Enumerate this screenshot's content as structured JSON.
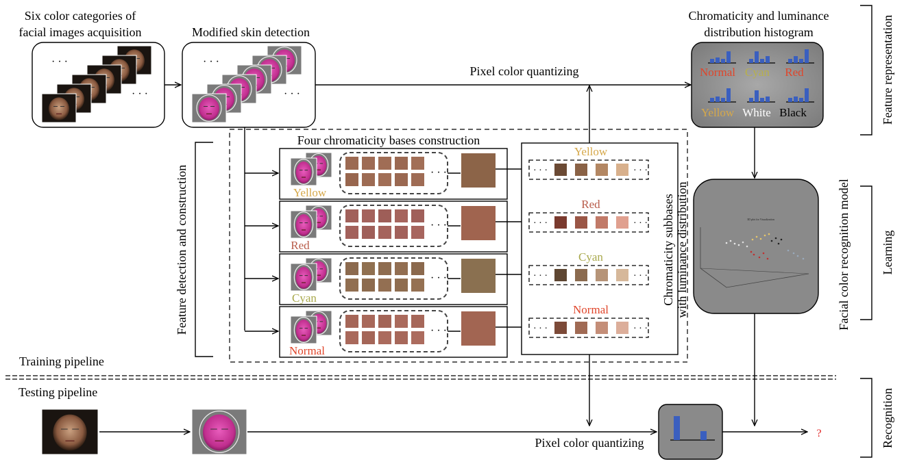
{
  "top_left_caption": [
    "Six color categories of",
    "facial images acquisition"
  ],
  "skin_detection_caption": "Modified skin detection",
  "histogram_caption": [
    "Chromaticity and luminance",
    "distribution histogram"
  ],
  "pixel_quantizing_top": "Pixel color quantizing",
  "pixel_quantizing_bottom": "Pixel color quantizing",
  "four_bases_caption": "Four chromaticity bases construction",
  "feature_detection_label": "Feature detection and construction",
  "subbases_label": [
    "Chromaticity subbases",
    "with luminance distribution"
  ],
  "training_pipeline": "Training pipeline",
  "testing_pipeline": "Testing pipeline",
  "ellipsis": "· · ·",
  "question_mark": "?",
  "rows": [
    {
      "label": "Yellow",
      "label_color": "#d6a84a",
      "big_swatch": "#8c6448",
      "swatches": [
        "#9c6a52",
        "#9e6b54",
        "#a06d55",
        "#9b6952",
        "#a26f57",
        "#98664e",
        "#9d6b53",
        "#a16e56",
        "#9a6851",
        "#9f6c55"
      ],
      "subbases": [
        "#6b4a34",
        "#8a6246",
        "#b38763",
        "#d8b08c"
      ]
    },
    {
      "label": "Red",
      "label_color": "#b85c4a",
      "big_swatch": "#a0644f",
      "swatches": [
        "#a1605a",
        "#a4625c",
        "#9e5e58",
        "#a6645d",
        "#a0605a",
        "#a3615b",
        "#9f5f59",
        "#a5635c",
        "#a2615b",
        "#a7655e"
      ],
      "subbases": [
        "#7a3a2e",
        "#9a5646",
        "#c17a68",
        "#e0a08f"
      ]
    },
    {
      "label": "Cyan",
      "label_color": "#a9a94d",
      "big_swatch": "#8a7050",
      "swatches": [
        "#8c6a4e",
        "#907050",
        "#8e6c4f",
        "#926e51",
        "#8b694d",
        "#916f51",
        "#8d6b4e",
        "#936f52",
        "#8f6d50",
        "#957153"
      ],
      "subbases": [
        "#5e4632",
        "#8b6b4f",
        "#b69478",
        "#d6b89a"
      ]
    },
    {
      "label": "Normal",
      "label_color": "#e0452a",
      "big_swatch": "#a26552",
      "swatches": [
        "#a56658",
        "#a8685a",
        "#a36557",
        "#aa6a5c",
        "#a66759",
        "#a9695b",
        "#a46658",
        "#ab6b5d",
        "#a7685a",
        "#ac6c5e"
      ],
      "subbases": [
        "#7c4a38",
        "#a06a54",
        "#c48e78",
        "#dcae9a"
      ]
    }
  ],
  "subbase_titles": [
    {
      "text": "Yellow",
      "color": "#d6a84a"
    },
    {
      "text": "Red",
      "color": "#b85c4a"
    },
    {
      "text": "Cyan",
      "color": "#a9a94d"
    },
    {
      "text": "Normal",
      "color": "#e0452a"
    }
  ],
  "histogram_labels": [
    {
      "text": "Normal",
      "color": "#e0452a"
    },
    {
      "text": "Cyan",
      "color": "#b8b04a"
    },
    {
      "text": "Red",
      "color": "#e0452a"
    },
    {
      "text": "Yellow",
      "color": "#d6a84a"
    },
    {
      "text": "White",
      "color": "#ffffff"
    },
    {
      "text": "Black",
      "color": "#000000"
    }
  ],
  "right_brackets": [
    {
      "text": "Feature representation"
    },
    {
      "text": "Learning"
    },
    {
      "text": "Recognition"
    }
  ],
  "learning_model_label": "Facial color recognition model",
  "scatter_title": "3D plot for Visualization",
  "colors": {
    "face_pink": "#d83aa0",
    "face_skin": "#b58a6a",
    "panel_gray": "#8e8e8e",
    "hist_bar": "#3a5fbf",
    "question": "#e02020"
  }
}
